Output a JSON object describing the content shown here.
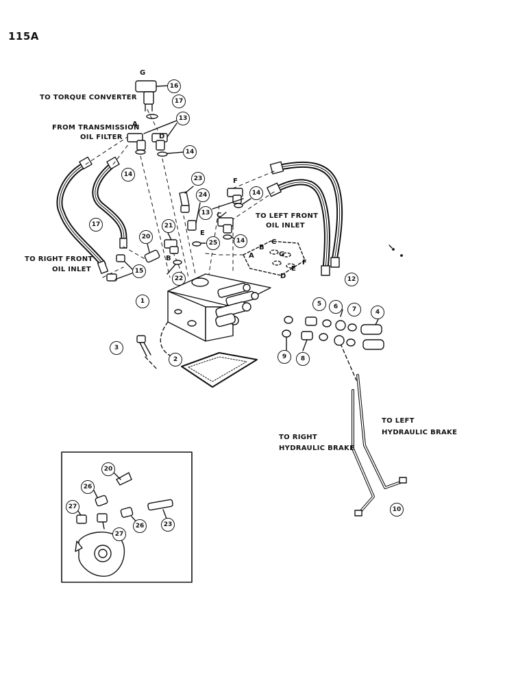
{
  "page": {
    "number": "115A"
  },
  "labels": {
    "to_torque_converter": "TO TORQUE CONVERTER",
    "from_transmission_oil_filter_1": "FROM TRANSMISSION",
    "from_transmission_oil_filter_2": "OIL FILTER",
    "to_left_front_oil_inlet_1": "TO LEFT FRONT",
    "to_left_front_oil_inlet_2": "OIL INLET",
    "to_right_front_oil_inlet_1": "TO RIGHT FRONT",
    "to_right_front_oil_inlet_2": "OIL INLET",
    "to_left_hydraulic_brake_1": "TO LEFT",
    "to_left_hydraulic_brake_2": "HYDRAULIC BRAKE",
    "to_right_hydraulic_brake_1": "TO RIGHT",
    "to_right_hydraulic_brake_2": "HYDRAULIC BRAKE"
  },
  "port_letters": {
    "g_top": "G",
    "a_top": "A",
    "d_top": "D",
    "f": "F",
    "c": "C",
    "e": "E",
    "b": "B",
    "gasket_a": "A",
    "gasket_b": "B",
    "gasket_c": "C",
    "gasket_g": "G",
    "gasket_f": "F",
    "gasket_e": "E",
    "gasket_d": "D"
  },
  "callouts": {
    "c1": "1",
    "c2": "2",
    "c3": "3",
    "c4": "4",
    "c5": "5",
    "c6": "6",
    "c7": "7",
    "c8": "8",
    "c9": "9",
    "c10": "10",
    "c12": "12",
    "c13a": "13",
    "c13b": "13",
    "c14a": "14",
    "c14b": "14",
    "c14c": "14",
    "c14d": "14",
    "c15": "15",
    "c16": "16",
    "c17a": "17",
    "c17b": "17",
    "c20a": "20",
    "c21": "21",
    "c22": "22",
    "c23a": "23",
    "c24": "24",
    "c25": "25",
    "c20b": "20",
    "c26a": "26",
    "c26b": "26",
    "c27a": "27",
    "c27b": "27",
    "c23b": "23"
  }
}
